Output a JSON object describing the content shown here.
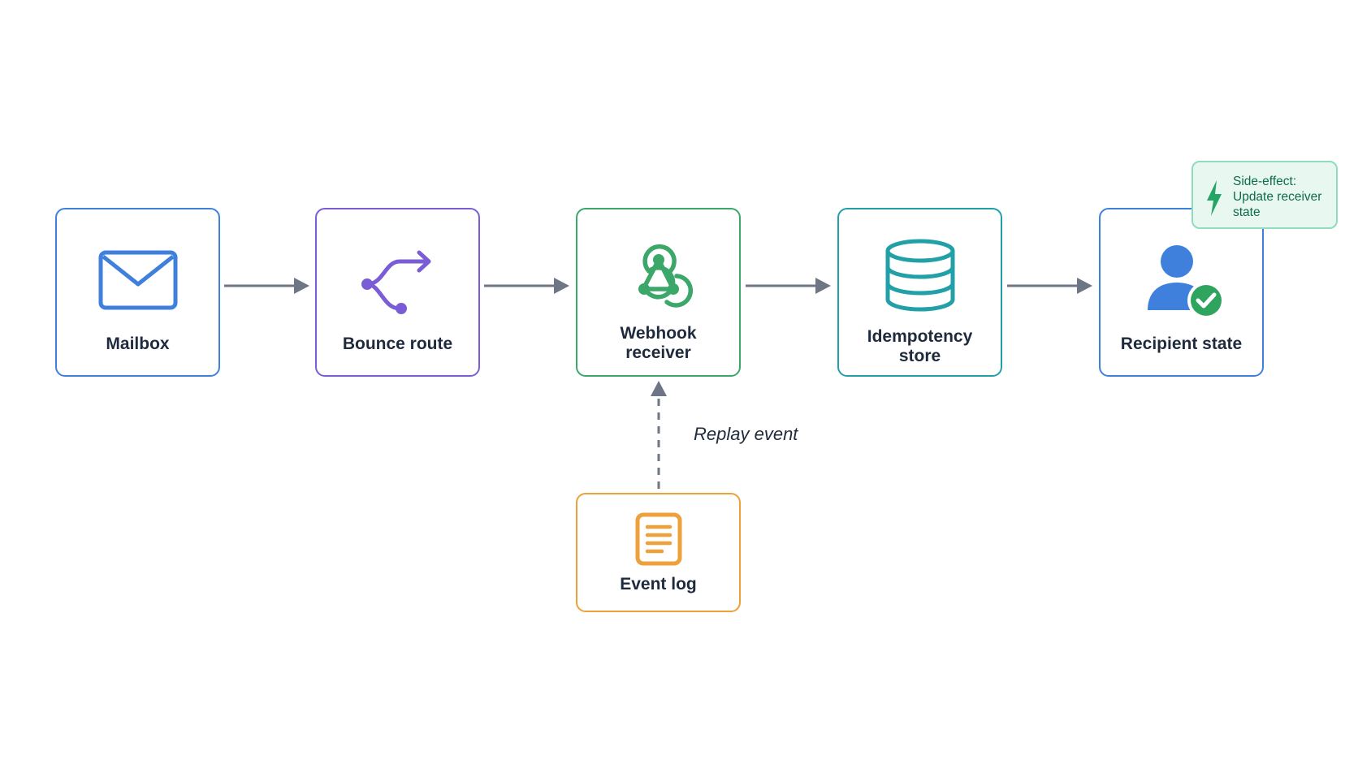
{
  "nodes": {
    "mailbox": {
      "label": "Mailbox",
      "icon": "envelope-icon",
      "color": "#3f80dc"
    },
    "bounce_route": {
      "label": "Bounce route",
      "icon": "branch-arrow-icon",
      "color": "#7a5cd6"
    },
    "webhook_receiver": {
      "label": "Webhook\nreceiver",
      "icon": "webhook-icon",
      "color": "#3ba769"
    },
    "idempotency_store": {
      "label": "Idempotency\nstore",
      "icon": "database-icon",
      "color": "#21a0a7"
    },
    "recipient_state": {
      "label": "Recipient state",
      "icon": "user-check-icon",
      "color": "#3f80dc"
    },
    "event_log": {
      "label": "Event log",
      "icon": "document-icon",
      "color": "#eea03a"
    }
  },
  "edges": {
    "replay_label": "Replay event"
  },
  "callout": {
    "text": "Side-effect:\nUpdate receiver\nstate",
    "icon": "lightning-icon"
  },
  "colors": {
    "arrow": "#6e7584",
    "text": "#1f2a3d"
  }
}
